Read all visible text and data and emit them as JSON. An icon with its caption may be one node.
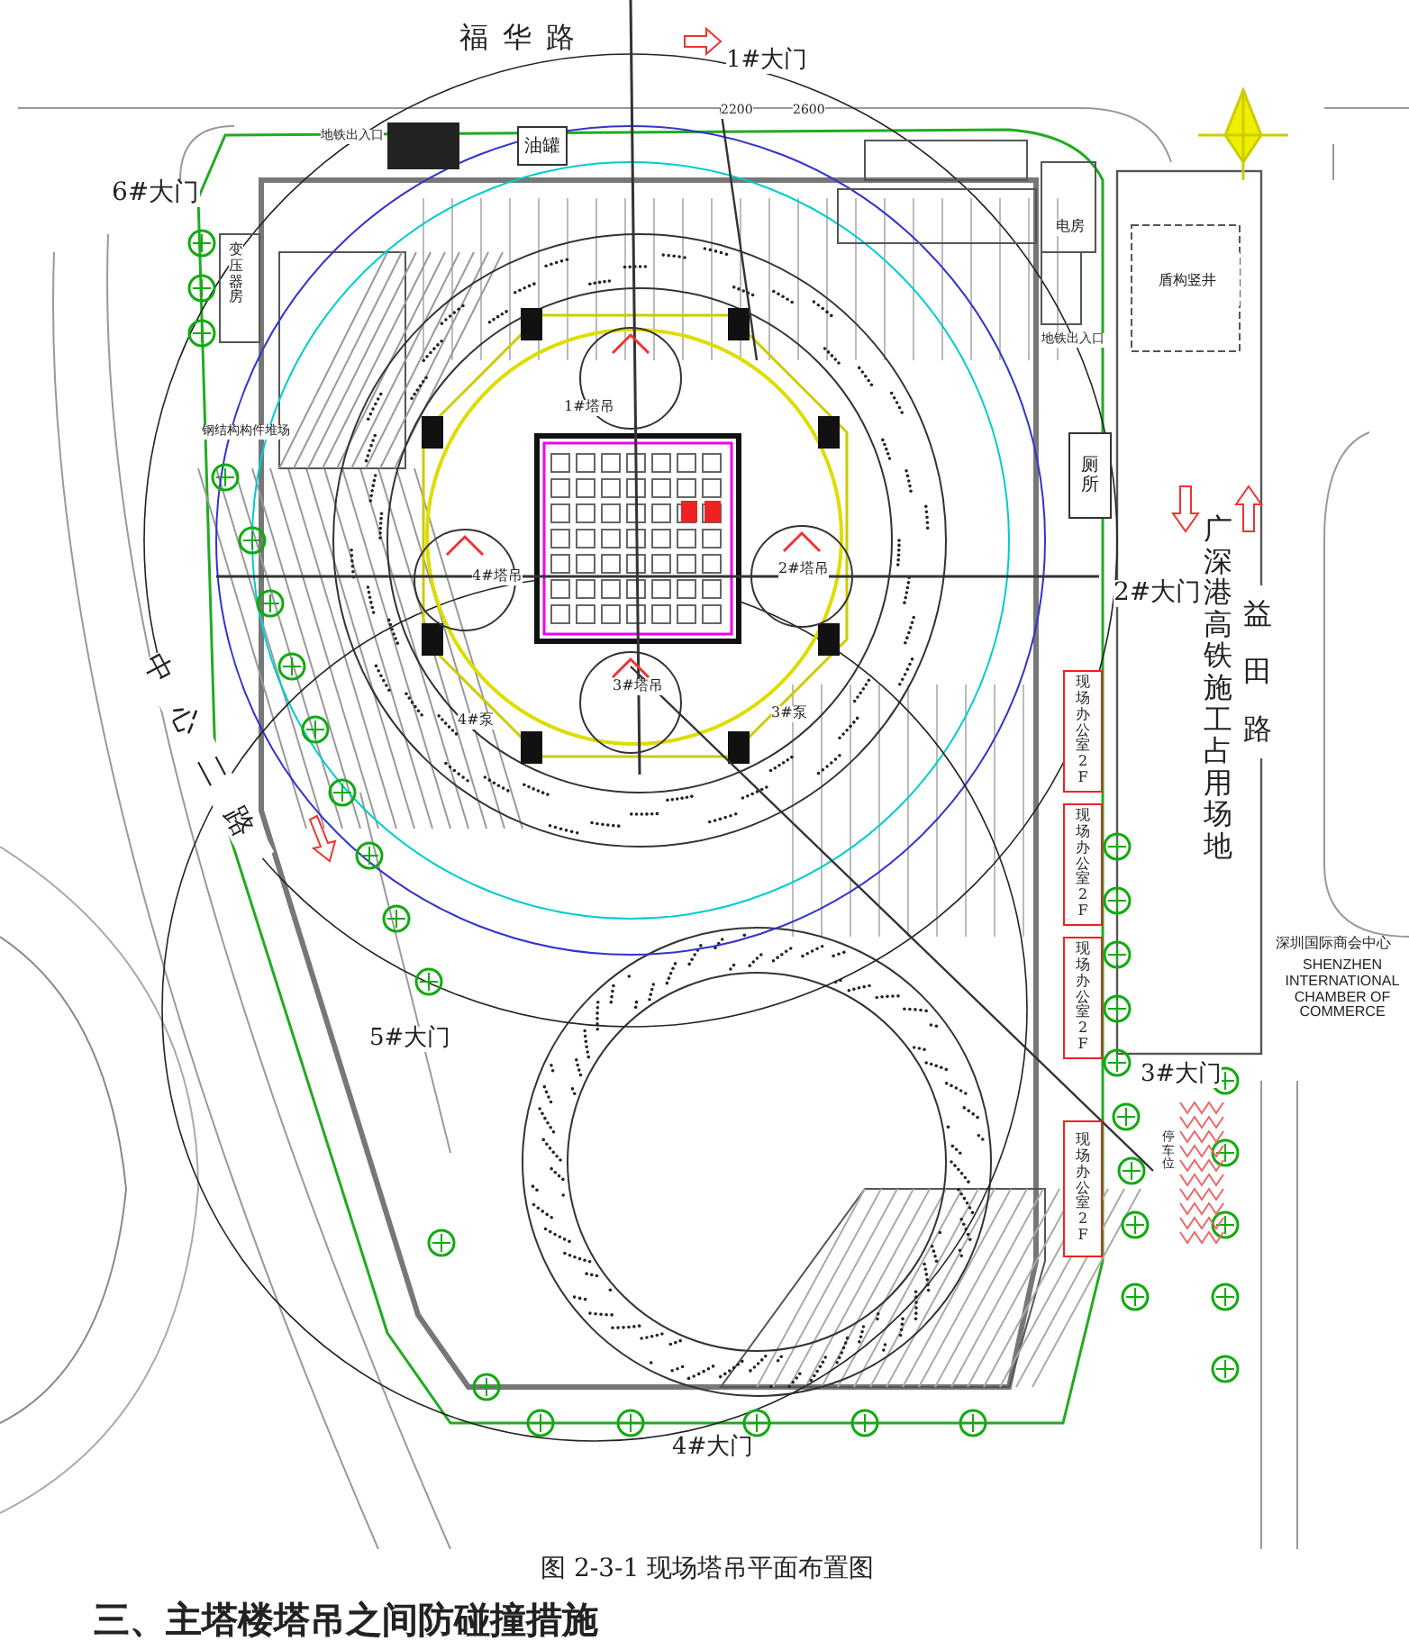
{
  "diagram": {
    "caption": "图 2-3-1 现场塔吊平面布置图",
    "nodes": [
      {
        "text": [
          "油罐"
        ]
      },
      {
        "text": [
          "盾构竖井"
        ]
      },
      {
        "text": [
          "厕所"
        ]
      },
      {
        "text": [
          "现场办公室2F"
        ]
      },
      {
        "text": [
          "现场办公室2F"
        ]
      },
      {
        "text": [
          "现场办公室2F"
        ]
      },
      {
        "text": [
          "现场办公室2F"
        ]
      }
    ],
    "labels": [
      "福华路",
      "1#大门",
      "2200",
      "2600",
      "地铁出入口",
      "6#大门",
      "电房",
      "地铁出入口",
      "变压器房",
      "钢结构构件堆场",
      "1#塔吊",
      "4#塔吊",
      "2#塔吊",
      "广深港高铁施工占用场地",
      "益田路",
      "2#大门",
      "中心二路",
      "3#塔吊",
      "4#泵",
      "3#泵",
      "深圳国际商会中心",
      "SHENZHEN INTERNATIONAL CHAMBER OF COMMERCE",
      "5#大门",
      "3#大门",
      "停车位",
      "4#大门",
      "三、主塔楼塔吊之间防碰撞措施"
    ]
  }
}
